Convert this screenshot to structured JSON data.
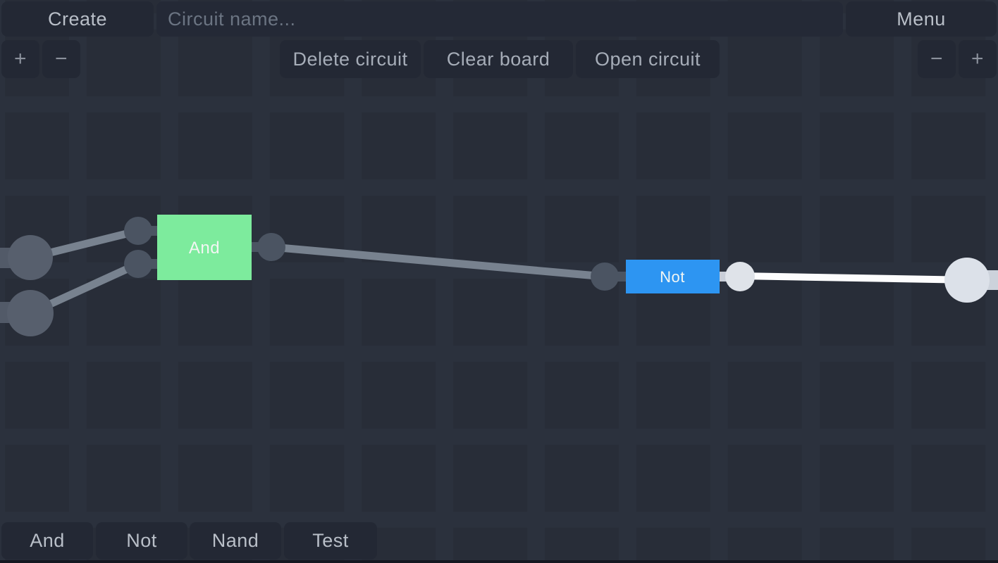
{
  "header": {
    "create_label": "Create",
    "circuit_name_placeholder": "Circuit name...",
    "circuit_name_value": "",
    "menu_label": "Menu"
  },
  "zoom_controls": {
    "left_plus": "+",
    "left_minus": "−",
    "right_minus": "−",
    "right_plus": "+"
  },
  "board_actions": {
    "delete_label": "Delete circuit",
    "clear_label": "Clear board",
    "open_label": "Open circuit"
  },
  "palette": {
    "items": [
      {
        "label": "And"
      },
      {
        "label": "Not"
      },
      {
        "label": "Nand"
      },
      {
        "label": "Test"
      }
    ]
  },
  "canvas": {
    "gates": [
      {
        "type": "And",
        "label": "And",
        "color": "#7deb9d"
      },
      {
        "type": "Not",
        "label": "Not",
        "color": "#2d95f2"
      }
    ],
    "colors": {
      "wire_off": "#78828f",
      "wire_on": "#fdfdfe",
      "node_off": "#4b5462",
      "node_on": "#dfe3e9",
      "terminal_off": "#575f6d",
      "terminal_on": "#dce1e9",
      "stub_off": "#525a68",
      "stub_on": "#ccd2db",
      "connector_on": "#c9ced8"
    }
  }
}
